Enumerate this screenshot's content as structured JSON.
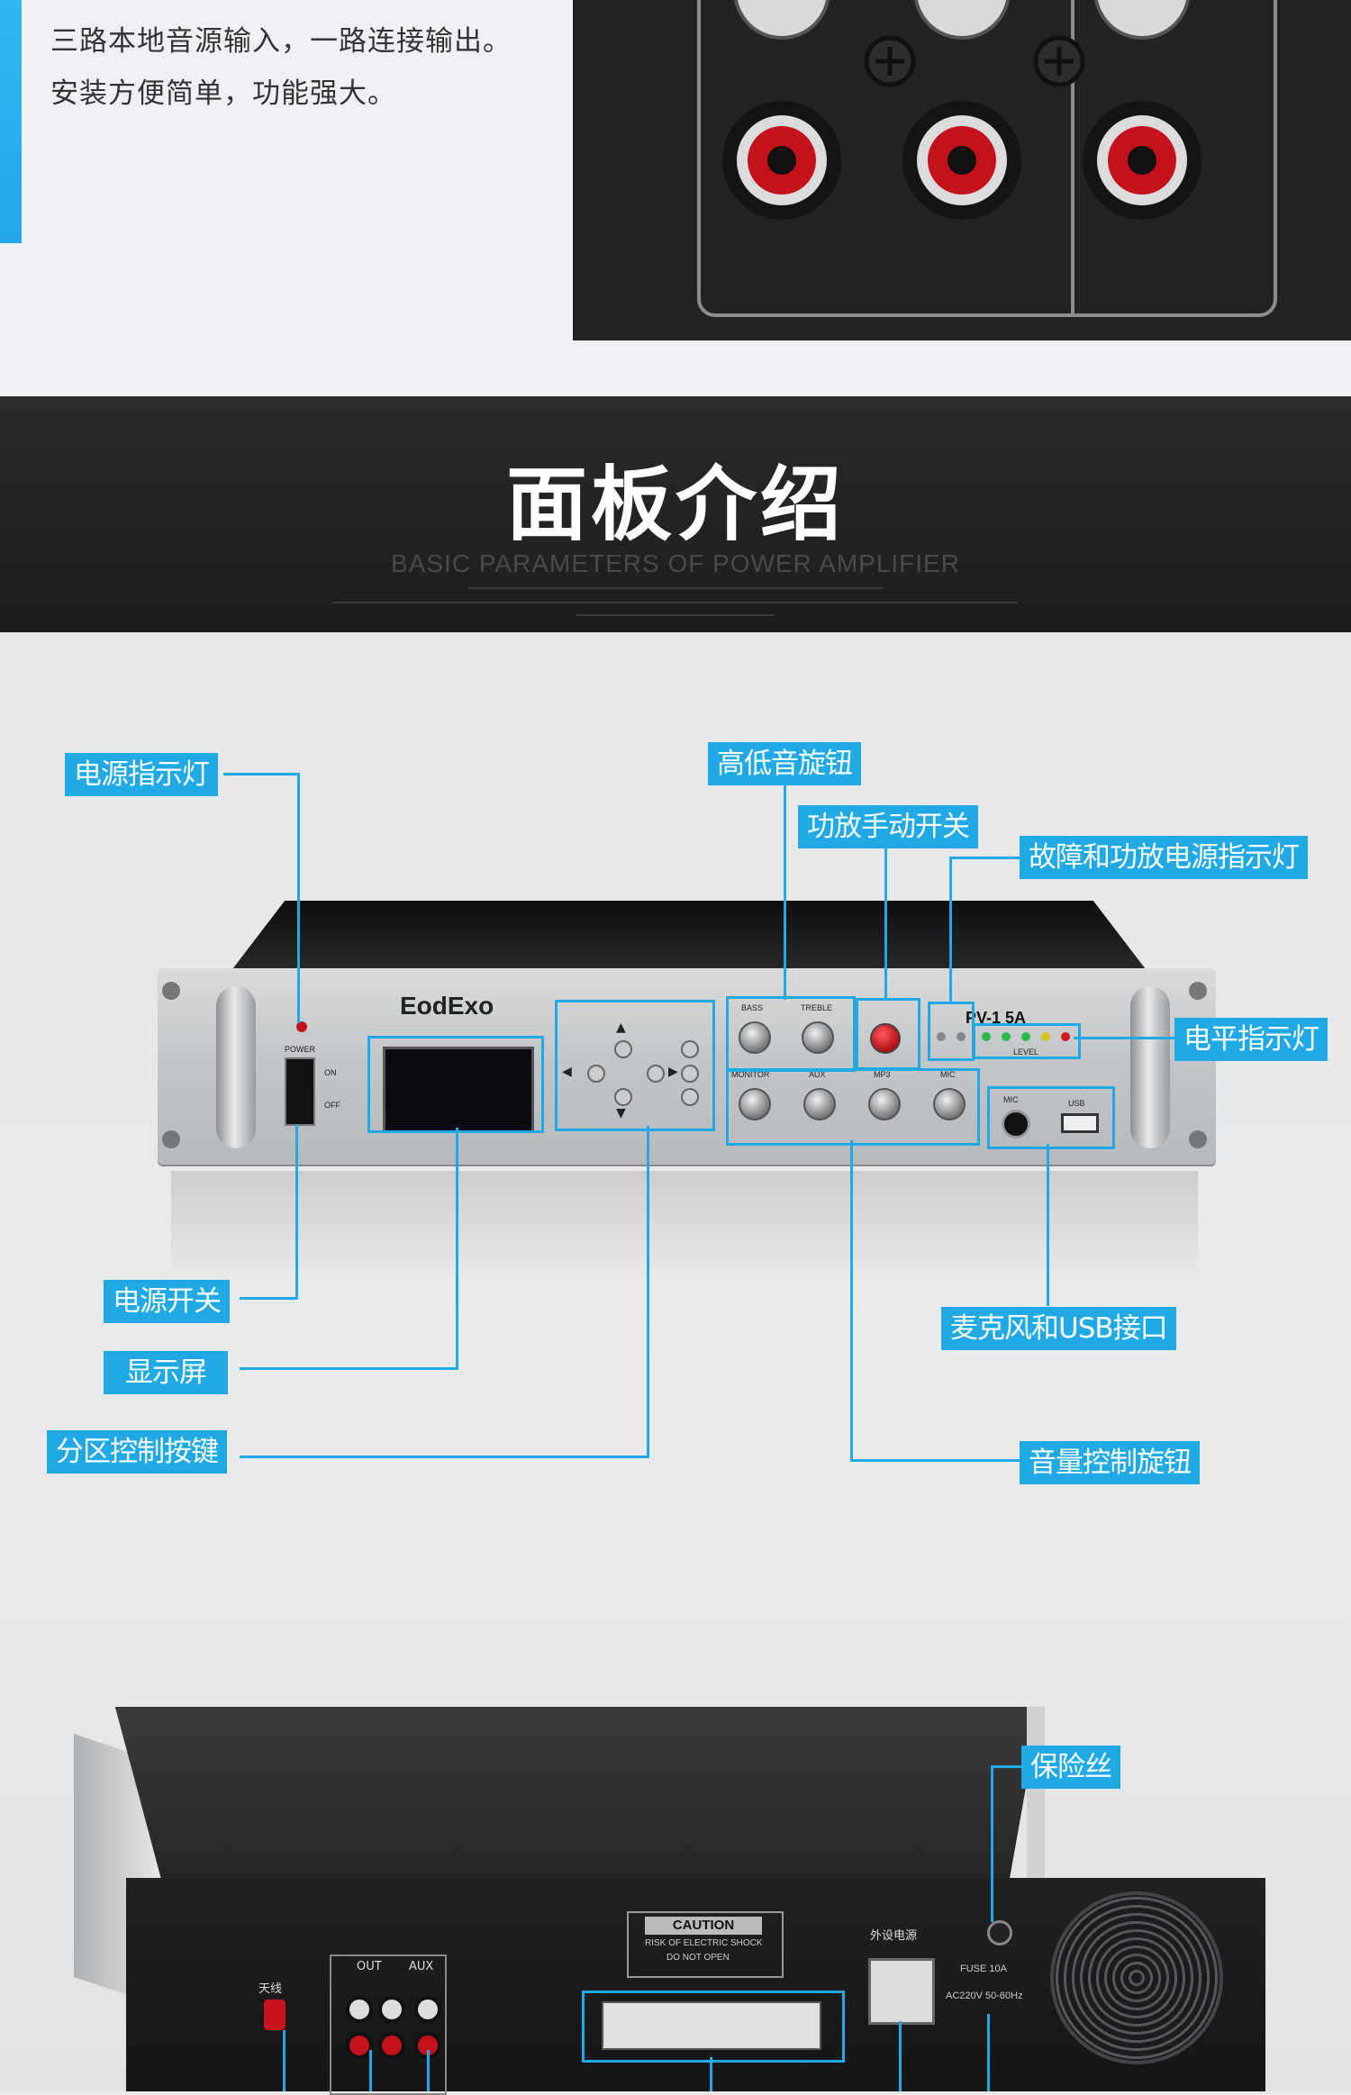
{
  "intro": {
    "line1": "三路本地音源输入，一路连接输出。",
    "line2": "安装方便简单，功能强大。"
  },
  "banner": {
    "title": "面板介绍",
    "subtitle": "BASIC PARAMETERS OF POWER AMPLIFIER"
  },
  "front_panel": {
    "brand": "EodExo",
    "model": "PV-1 5A",
    "power_label": "POWER",
    "on_label": "ON",
    "off_label": "OFF",
    "bass_label": "BASS",
    "treble_label": "TREBLE",
    "monitor_label": "MONITOR",
    "aux_label": "AUX",
    "mp3_label": "MP3",
    "mic_label": "MIC",
    "mic_jack_label": "MIC",
    "usb_label": "USB",
    "level_label": "LEVEL"
  },
  "callouts": {
    "power_indicator": "电源指示灯",
    "tone_knobs": "高低音旋钮",
    "amp_manual_switch": "功放手动开关",
    "fault_power_indicator": "故障和功放电源指示灯",
    "level_indicator": "电平指示灯",
    "power_switch": "电源开关",
    "display": "显示屏",
    "zone_buttons": "分区控制按键",
    "mic_usb": "麦克风和USB接口",
    "volume_knobs": "音量控制旋钮",
    "fuse": "保险丝"
  },
  "rear_panel": {
    "caution_title": "CAUTION",
    "caution_line1": "RISK OF ELECTRIC SHOCK",
    "caution_line2": "DO NOT OPEN",
    "out_label": "OUT",
    "aux_label": "AUX",
    "antenna_label": "天线",
    "ext_power_label": "外设电源",
    "fuse_label": "FUSE 10A",
    "ac_label": "AC220V 50-60Hz"
  },
  "colors": {
    "accent": "#21a9e6",
    "banner_bg": "#222222"
  }
}
